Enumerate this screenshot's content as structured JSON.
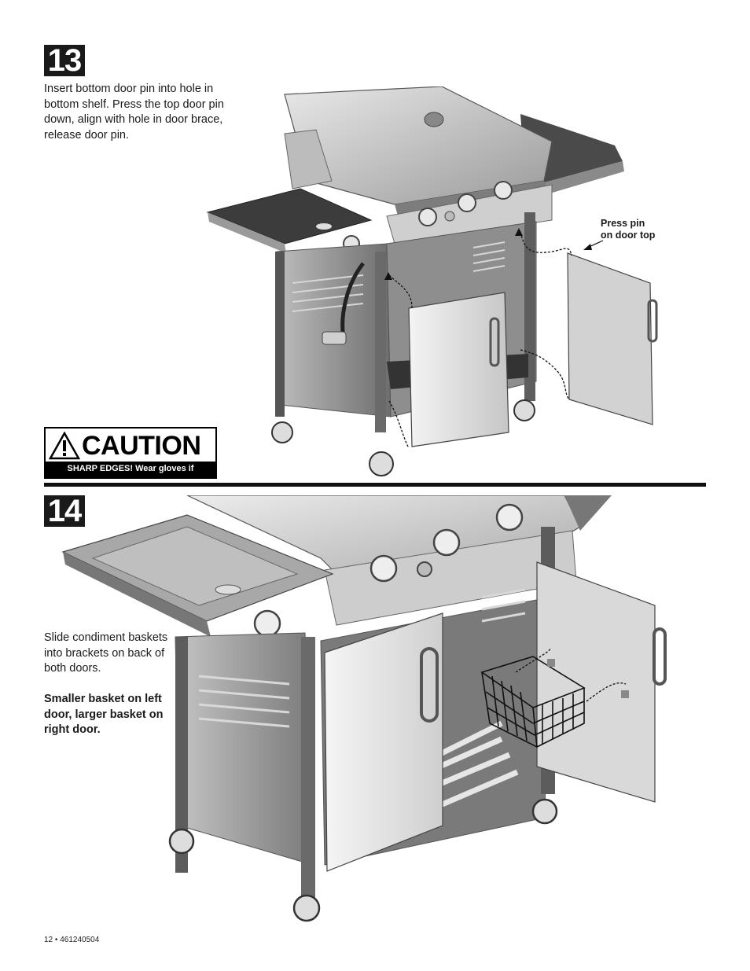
{
  "step13": {
    "number": "13",
    "instruction": "Insert bottom door pin into hole in bottom shelf. Press the top door pin down, align with hole in door brace, release door pin.",
    "callout_line1": "Press pin",
    "callout_line2": "on door top",
    "caution": {
      "title": "CAUTION",
      "message": "SHARP EDGES! Wear gloves if necessary."
    }
  },
  "step14": {
    "number": "14",
    "instruction": "Slide condiment baskets into brackets on back of both doors.",
    "instruction_bold": "Smaller basket on left door, larger basket on right door."
  },
  "footer": {
    "page": "12",
    "separator": "•",
    "doc_number": "461240504"
  }
}
